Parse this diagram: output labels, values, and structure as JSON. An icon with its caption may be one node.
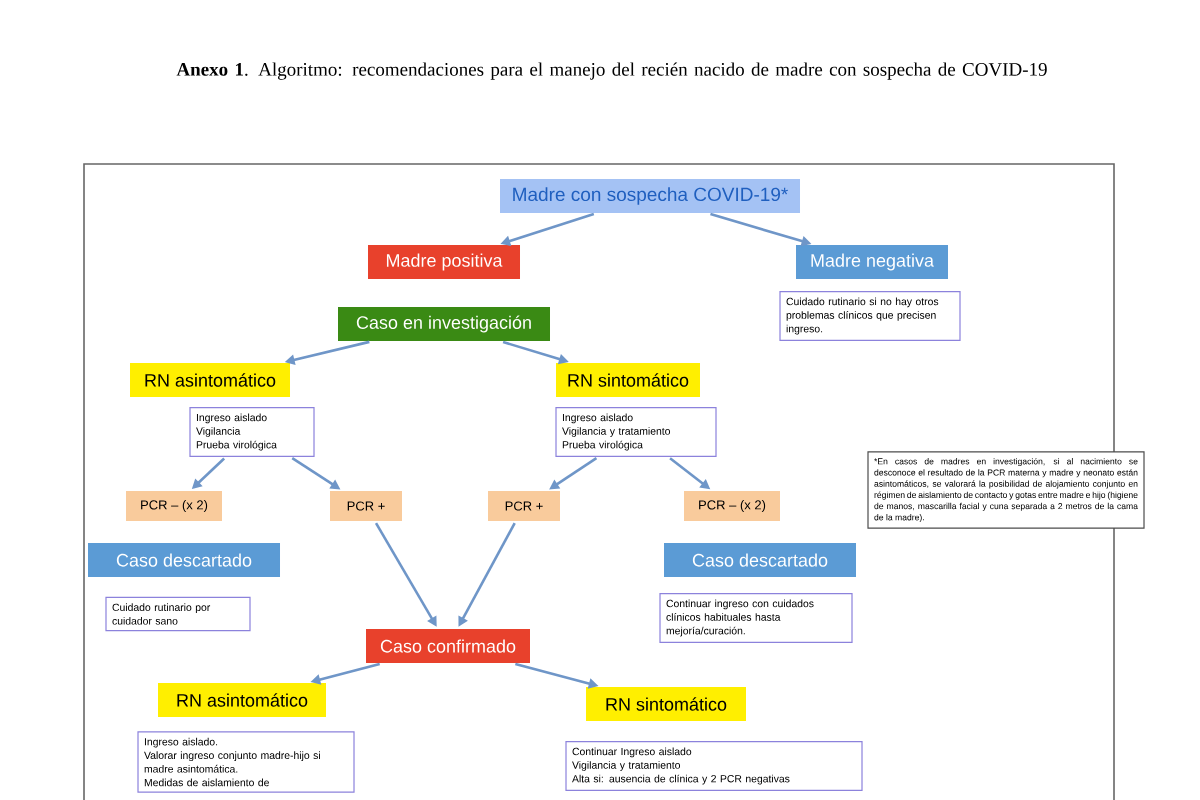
{
  "diagram": {
    "title": "**Anexo 1**. Algoritmo: recomendaciones para el manejo del recién nacido de madre con sospecha de COVID-19",
    "nodes": [
      {
        "text": [
          "Madre con sospecha COVID-19*"
        ]
      },
      {
        "text": [
          "Madre positiva"
        ]
      },
      {
        "text": [
          "Madre negativa"
        ]
      },
      {
        "text": [
          "Cuidado rutinario si no hay otros problemas clínicos que precisen ingreso."
        ]
      },
      {
        "text": [
          "Caso en investigación"
        ]
      },
      {
        "text": [
          "RN asintomático"
        ]
      },
      {
        "text": [
          "Ingreso aislado",
          "Vigilancia",
          "Prueba virológica"
        ]
      },
      {
        "text": [
          "RN sintomático"
        ]
      },
      {
        "text": [
          "Ingreso aislado",
          "Vigilancia y tratamiento",
          "Prueba virológica"
        ]
      },
      {
        "text": [
          "*En casos de madres en investigación, si al nacimiento se desconoce el resultado de la PCR materna y madre y neonato están asintomáticos, se valorará la posibilidad de alojamiento conjunto en régimen de aislamiento de contacto y gotas entre madre e hijo (higiene de manos, mascarilla facial y cuna separada a 2 metros de la cama de la madre)."
        ]
      },
      {
        "text": [
          "PCR – (x 2)"
        ]
      },
      {
        "text": [
          "PCR +"
        ]
      },
      {
        "text": [
          "PCR +"
        ]
      },
      {
        "text": [
          "PCR – (x 2)"
        ]
      },
      {
        "text": [
          "Caso descartado"
        ]
      },
      {
        "text": [
          "Cuidado rutinario por cuidador sano"
        ]
      },
      {
        "text": [
          "Caso descartado"
        ]
      },
      {
        "text": [
          "Continuar ingreso con cuidados clínicos habituales hasta mejoría/curación."
        ]
      },
      {
        "text": [
          "Caso confirmado"
        ]
      },
      {
        "text": [
          "RN asintomático"
        ]
      },
      {
        "text": [
          "RN sintomático"
        ]
      },
      {
        "text": [
          "Ingreso aislado.",
          "Valorar ingreso conjunto madre-hijo si madre asintomática.",
          "Medidas de aislamiento de"
        ]
      },
      {
        "text": [
          "Continuar Ingreso aislado",
          "Vigilancia y tratamiento",
          "Alta si: ausencia de clínica y 2 PCR negativas"
        ]
      }
    ],
    "edges": [
      {
        "from": 0,
        "to": 1,
        "arrow": "to"
      },
      {
        "from": 0,
        "to": 2,
        "arrow": "to"
      },
      {
        "from": 4,
        "to": 5,
        "arrow": "to"
      },
      {
        "from": 4,
        "to": 7,
        "arrow": "to"
      },
      {
        "from": 6,
        "to": 10,
        "arrow": "to"
      },
      {
        "from": 6,
        "to": 11,
        "arrow": "to"
      },
      {
        "from": 8,
        "to": 12,
        "arrow": "to"
      },
      {
        "from": 8,
        "to": 13,
        "arrow": "to"
      },
      {
        "from": 11,
        "to": 18,
        "arrow": "to"
      },
      {
        "from": 12,
        "to": 18,
        "arrow": "to"
      },
      {
        "from": 18,
        "to": 19,
        "arrow": "to"
      },
      {
        "from": 18,
        "to": 20,
        "arrow": "to"
      }
    ]
  }
}
